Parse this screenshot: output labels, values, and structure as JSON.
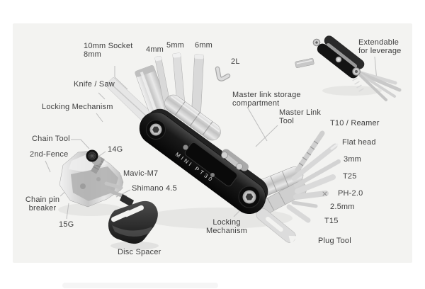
{
  "colors": {
    "canvas": "#ffffff",
    "panel_background": "#f3f3f1",
    "label_text": "#3e3e3e",
    "leader_line": "#bdbdbd",
    "tool_body_black": "#111111",
    "chrome": "#d6d6d6"
  },
  "product": {
    "brand_text": "MINI PT30"
  },
  "labels": {
    "socket": {
      "line1": "10mm Socket",
      "line2": "8mm"
    },
    "hex_4mm": {
      "text": "4mm"
    },
    "hex_5mm": {
      "text": "5mm"
    },
    "hex_6mm": {
      "text": "6mm"
    },
    "hex_2l": {
      "text": "2L"
    },
    "knife_saw": {
      "text": "Knife / Saw"
    },
    "locking_left": {
      "text": "Locking Mechanism"
    },
    "chain_tool": {
      "text": "Chain Tool"
    },
    "second_fence": {
      "text": "2nd-Fence"
    },
    "gauge_14g": {
      "text": "14G"
    },
    "mavic_m7": {
      "text": "Mavic-M7"
    },
    "shimano_45": {
      "text": "Shimano 4.5"
    },
    "chain_pin_breaker": {
      "line1": "Chain pin",
      "line2": "breaker"
    },
    "gauge_15g": {
      "text": "15G"
    },
    "disc_spacer": {
      "text": "Disc Spacer"
    },
    "extendable": {
      "line1": "Extendable",
      "line2": "for leverage"
    },
    "master_link_storage": {
      "line1": "Master link storage",
      "line2": "compartment"
    },
    "master_link_tool": {
      "line1": "Master Link",
      "line2": "Tool"
    },
    "t10_reamer": {
      "text": "T10 / Reamer"
    },
    "flat_head": {
      "text": "Flat head"
    },
    "hex_3mm": {
      "text": "3mm"
    },
    "t25": {
      "text": "T25"
    },
    "ph_20": {
      "text": "PH-2.0"
    },
    "hex_25mm": {
      "text": "2.5mm"
    },
    "t15": {
      "text": "T15"
    },
    "plug_tool": {
      "text": "Plug Tool"
    },
    "locking_bottom": {
      "line1": "Locking",
      "line2": "Mechanism"
    }
  }
}
